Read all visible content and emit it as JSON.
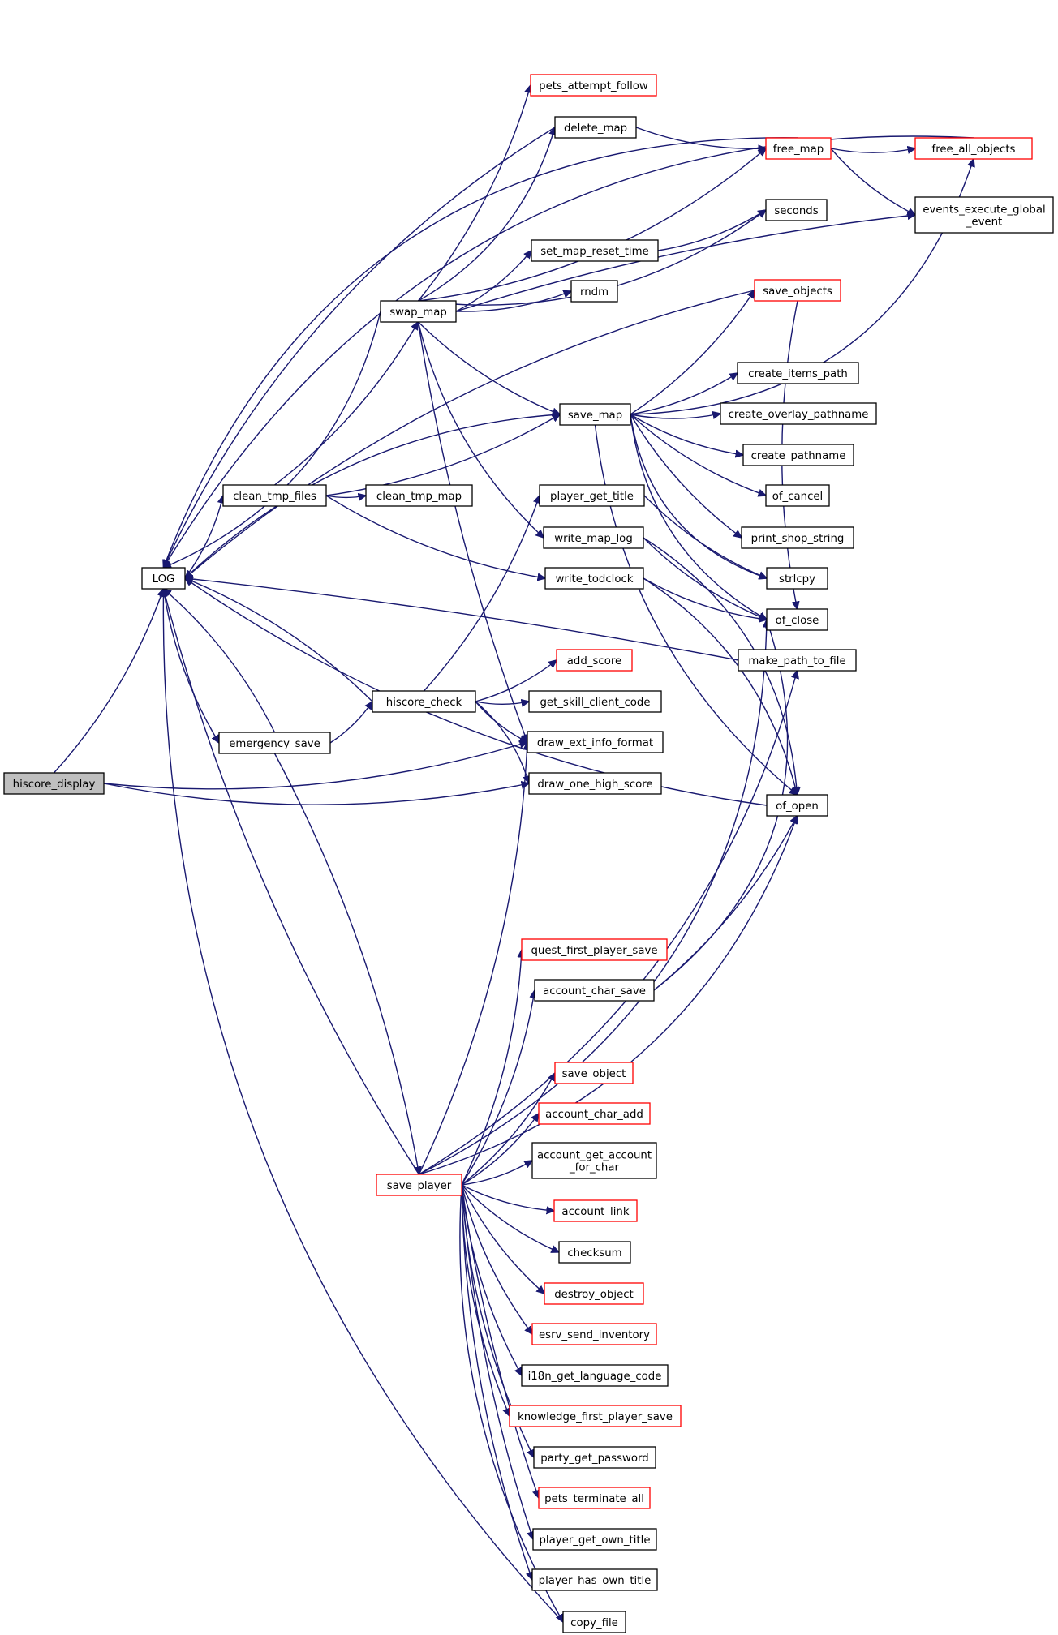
{
  "graph": {
    "edge_color": "#191970",
    "node_colors": {
      "normal_border": "#000000",
      "truncated_border": "#ff0000",
      "root_fill": "#bfbfbf"
    },
    "nodes": [
      {
        "id": "hiscore_display",
        "lines": [
          "hiscore_display"
        ],
        "style": "root"
      },
      {
        "id": "LOG",
        "lines": [
          "LOG"
        ],
        "style": "normal"
      },
      {
        "id": "clean_tmp_files",
        "lines": [
          "clean_tmp_files"
        ],
        "style": "normal"
      },
      {
        "id": "emergency_save",
        "lines": [
          "emergency_save"
        ],
        "style": "normal"
      },
      {
        "id": "hiscore_check",
        "lines": [
          "hiscore_check"
        ],
        "style": "normal"
      },
      {
        "id": "swap_map",
        "lines": [
          "swap_map"
        ],
        "style": "normal"
      },
      {
        "id": "clean_tmp_map",
        "lines": [
          "clean_tmp_map"
        ],
        "style": "normal"
      },
      {
        "id": "save_player",
        "lines": [
          "save_player"
        ],
        "style": "red"
      },
      {
        "id": "pets_attempt_follow",
        "lines": [
          "pets_attempt_follow"
        ],
        "style": "red"
      },
      {
        "id": "delete_map",
        "lines": [
          "delete_map"
        ],
        "style": "normal"
      },
      {
        "id": "set_map_reset_time",
        "lines": [
          "set_map_reset_time"
        ],
        "style": "normal"
      },
      {
        "id": "rndm",
        "lines": [
          "rndm"
        ],
        "style": "normal"
      },
      {
        "id": "save_map",
        "lines": [
          "save_map"
        ],
        "style": "normal"
      },
      {
        "id": "player_get_title",
        "lines": [
          "player_get_title"
        ],
        "style": "normal"
      },
      {
        "id": "write_map_log",
        "lines": [
          "write_map_log"
        ],
        "style": "normal"
      },
      {
        "id": "write_todclock",
        "lines": [
          "write_todclock"
        ],
        "style": "normal"
      },
      {
        "id": "add_score",
        "lines": [
          "add_score"
        ],
        "style": "red"
      },
      {
        "id": "get_skill_client_code",
        "lines": [
          "get_skill_client_code"
        ],
        "style": "normal"
      },
      {
        "id": "draw_ext_info_format",
        "lines": [
          "draw_ext_info_format"
        ],
        "style": "normal"
      },
      {
        "id": "draw_one_high_score",
        "lines": [
          "draw_one_high_score"
        ],
        "style": "normal"
      },
      {
        "id": "quest_first_player_save",
        "lines": [
          "quest_first_player_save"
        ],
        "style": "red"
      },
      {
        "id": "account_char_save",
        "lines": [
          "account_char_save"
        ],
        "style": "normal"
      },
      {
        "id": "save_object",
        "lines": [
          "save_object"
        ],
        "style": "red"
      },
      {
        "id": "account_char_add",
        "lines": [
          "account_char_add"
        ],
        "style": "red"
      },
      {
        "id": "account_get_account_for_char",
        "lines": [
          "account_get_account",
          "_for_char"
        ],
        "style": "normal"
      },
      {
        "id": "account_link",
        "lines": [
          "account_link"
        ],
        "style": "red"
      },
      {
        "id": "checksum",
        "lines": [
          "checksum"
        ],
        "style": "normal"
      },
      {
        "id": "destroy_object",
        "lines": [
          "destroy_object"
        ],
        "style": "red"
      },
      {
        "id": "esrv_send_inventory",
        "lines": [
          "esrv_send_inventory"
        ],
        "style": "red"
      },
      {
        "id": "i18n_get_language_code",
        "lines": [
          "i18n_get_language_code"
        ],
        "style": "normal"
      },
      {
        "id": "knowledge_first_player_save",
        "lines": [
          "knowledge_first_player_save"
        ],
        "style": "red"
      },
      {
        "id": "party_get_password",
        "lines": [
          "party_get_password"
        ],
        "style": "normal"
      },
      {
        "id": "pets_terminate_all",
        "lines": [
          "pets_terminate_all"
        ],
        "style": "red"
      },
      {
        "id": "player_get_own_title",
        "lines": [
          "player_get_own_title"
        ],
        "style": "normal"
      },
      {
        "id": "player_has_own_title",
        "lines": [
          "player_has_own_title"
        ],
        "style": "normal"
      },
      {
        "id": "copy_file",
        "lines": [
          "copy_file"
        ],
        "style": "normal"
      },
      {
        "id": "free_map",
        "lines": [
          "free_map"
        ],
        "style": "red"
      },
      {
        "id": "seconds",
        "lines": [
          "seconds"
        ],
        "style": "normal"
      },
      {
        "id": "save_objects",
        "lines": [
          "save_objects"
        ],
        "style": "red"
      },
      {
        "id": "create_items_path",
        "lines": [
          "create_items_path"
        ],
        "style": "normal"
      },
      {
        "id": "create_overlay_pathname",
        "lines": [
          "create_overlay_pathname"
        ],
        "style": "normal"
      },
      {
        "id": "create_pathname",
        "lines": [
          "create_pathname"
        ],
        "style": "normal"
      },
      {
        "id": "of_cancel",
        "lines": [
          "of_cancel"
        ],
        "style": "normal"
      },
      {
        "id": "print_shop_string",
        "lines": [
          "print_shop_string"
        ],
        "style": "normal"
      },
      {
        "id": "strlcpy",
        "lines": [
          "strlcpy"
        ],
        "style": "normal"
      },
      {
        "id": "of_close",
        "lines": [
          "of_close"
        ],
        "style": "normal"
      },
      {
        "id": "make_path_to_file",
        "lines": [
          "make_path_to_file"
        ],
        "style": "normal"
      },
      {
        "id": "of_open",
        "lines": [
          "of_open"
        ],
        "style": "normal"
      },
      {
        "id": "free_all_objects",
        "lines": [
          "free_all_objects"
        ],
        "style": "red"
      },
      {
        "id": "events_execute_global_event",
        "lines": [
          "events_execute_global",
          "_event"
        ],
        "style": "normal"
      }
    ],
    "edges": [
      [
        "hiscore_display",
        "LOG"
      ],
      [
        "hiscore_display",
        "draw_ext_info_format"
      ],
      [
        "hiscore_display",
        "draw_one_high_score"
      ],
      [
        "LOG",
        "clean_tmp_files"
      ],
      [
        "LOG",
        "emergency_save"
      ],
      [
        "clean_tmp_files",
        "swap_map"
      ],
      [
        "clean_tmp_files",
        "clean_tmp_map"
      ],
      [
        "clean_tmp_files",
        "save_map"
      ],
      [
        "clean_tmp_files",
        "write_todclock"
      ],
      [
        "emergency_save",
        "hiscore_check"
      ],
      [
        "emergency_save",
        "save_player"
      ],
      [
        "emergency_save",
        "LOG"
      ],
      [
        "swap_map",
        "pets_attempt_follow"
      ],
      [
        "swap_map",
        "delete_map"
      ],
      [
        "swap_map",
        "free_map"
      ],
      [
        "swap_map",
        "seconds"
      ],
      [
        "swap_map",
        "set_map_reset_time"
      ],
      [
        "swap_map",
        "rndm"
      ],
      [
        "swap_map",
        "events_execute_global_event"
      ],
      [
        "swap_map",
        "save_map"
      ],
      [
        "swap_map",
        "write_map_log"
      ],
      [
        "swap_map",
        "draw_ext_info_format"
      ],
      [
        "swap_map",
        "LOG"
      ],
      [
        "delete_map",
        "free_map"
      ],
      [
        "delete_map",
        "LOG"
      ],
      [
        "set_map_reset_time",
        "seconds"
      ],
      [
        "free_map",
        "free_all_objects"
      ],
      [
        "free_map",
        "events_execute_global_event"
      ],
      [
        "free_map",
        "LOG"
      ],
      [
        "free_all_objects",
        "LOG"
      ],
      [
        "save_map",
        "save_objects"
      ],
      [
        "save_map",
        "create_items_path"
      ],
      [
        "save_map",
        "create_overlay_pathname"
      ],
      [
        "save_map",
        "create_pathname"
      ],
      [
        "save_map",
        "of_cancel"
      ],
      [
        "save_map",
        "print_shop_string"
      ],
      [
        "save_map",
        "strlcpy"
      ],
      [
        "save_map",
        "of_close"
      ],
      [
        "save_map",
        "of_open"
      ],
      [
        "save_map",
        "free_all_objects"
      ],
      [
        "save_map",
        "LOG"
      ],
      [
        "save_objects",
        "LOG"
      ],
      [
        "save_objects",
        "of_close"
      ],
      [
        "player_get_title",
        "strlcpy"
      ],
      [
        "write_map_log",
        "of_close"
      ],
      [
        "write_map_log",
        "of_open"
      ],
      [
        "write_todclock",
        "of_close"
      ],
      [
        "write_todclock",
        "of_open"
      ],
      [
        "make_path_to_file",
        "LOG"
      ],
      [
        "of_open",
        "LOG"
      ],
      [
        "hiscore_check",
        "add_score"
      ],
      [
        "hiscore_check",
        "get_skill_client_code"
      ],
      [
        "hiscore_check",
        "draw_ext_info_format"
      ],
      [
        "hiscore_check",
        "draw_one_high_score"
      ],
      [
        "hiscore_check",
        "player_get_title"
      ],
      [
        "hiscore_check",
        "LOG"
      ],
      [
        "save_player",
        "quest_first_player_save"
      ],
      [
        "save_player",
        "account_char_save"
      ],
      [
        "save_player",
        "save_object"
      ],
      [
        "save_player",
        "account_char_add"
      ],
      [
        "save_player",
        "account_get_account_for_char"
      ],
      [
        "save_player",
        "account_link"
      ],
      [
        "save_player",
        "checksum"
      ],
      [
        "save_player",
        "destroy_object"
      ],
      [
        "save_player",
        "esrv_send_inventory"
      ],
      [
        "save_player",
        "i18n_get_language_code"
      ],
      [
        "save_player",
        "knowledge_first_player_save"
      ],
      [
        "save_player",
        "party_get_password"
      ],
      [
        "save_player",
        "pets_terminate_all"
      ],
      [
        "save_player",
        "player_get_own_title"
      ],
      [
        "save_player",
        "player_has_own_title"
      ],
      [
        "save_player",
        "copy_file"
      ],
      [
        "save_player",
        "draw_ext_info_format"
      ],
      [
        "save_player",
        "of_close"
      ],
      [
        "save_player",
        "make_path_to_file"
      ],
      [
        "save_player",
        "of_open"
      ],
      [
        "save_player",
        "LOG"
      ],
      [
        "account_char_save",
        "of_close"
      ],
      [
        "account_char_save",
        "of_open"
      ],
      [
        "copy_file",
        "LOG"
      ]
    ]
  }
}
